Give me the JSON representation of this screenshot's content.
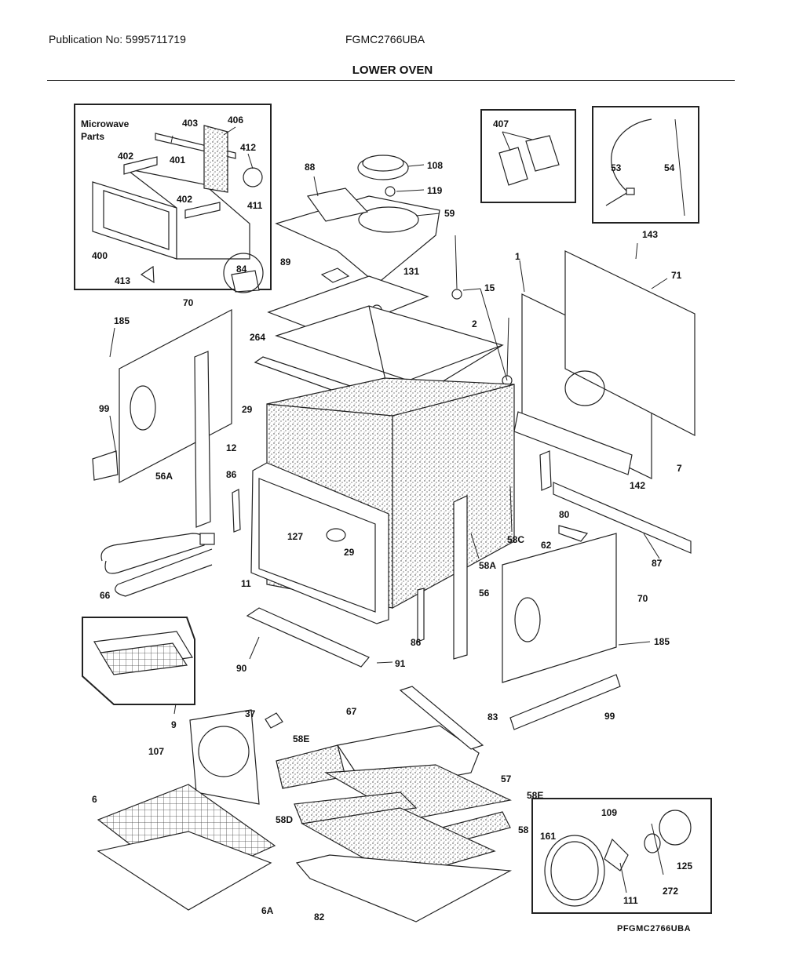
{
  "header": {
    "publication": "Publication No: 5995711719",
    "model": "FGMC2766UBA",
    "title": "LOWER OVEN"
  },
  "inset": {
    "microwave_title_line1": "Microwave",
    "microwave_title_line2": "Parts"
  },
  "callouts": [
    {
      "id": "l403",
      "text": "403"
    },
    {
      "id": "l406",
      "text": "406"
    },
    {
      "id": "l402a",
      "text": "402"
    },
    {
      "id": "l401",
      "text": "401"
    },
    {
      "id": "l412",
      "text": "412"
    },
    {
      "id": "l402b",
      "text": "402"
    },
    {
      "id": "l411",
      "text": "411"
    },
    {
      "id": "l400",
      "text": "400"
    },
    {
      "id": "l84",
      "text": "84"
    },
    {
      "id": "l413",
      "text": "413"
    },
    {
      "id": "l407",
      "text": "407"
    },
    {
      "id": "l53",
      "text": "53"
    },
    {
      "id": "l54",
      "text": "54"
    },
    {
      "id": "l88",
      "text": "88"
    },
    {
      "id": "l108",
      "text": "108"
    },
    {
      "id": "l119",
      "text": "119"
    },
    {
      "id": "l59",
      "text": "59"
    },
    {
      "id": "l143",
      "text": "143"
    },
    {
      "id": "l89",
      "text": "89"
    },
    {
      "id": "l131",
      "text": "131"
    },
    {
      "id": "l15",
      "text": "15"
    },
    {
      "id": "l1",
      "text": "1"
    },
    {
      "id": "l71",
      "text": "71"
    },
    {
      "id": "l70a",
      "text": "70"
    },
    {
      "id": "l185a",
      "text": "185"
    },
    {
      "id": "l264",
      "text": "264"
    },
    {
      "id": "l2",
      "text": "2"
    },
    {
      "id": "l99a",
      "text": "99"
    },
    {
      "id": "l29a",
      "text": "29"
    },
    {
      "id": "l12",
      "text": "12"
    },
    {
      "id": "l56A",
      "text": "56A"
    },
    {
      "id": "l86a",
      "text": "86"
    },
    {
      "id": "l7",
      "text": "7"
    },
    {
      "id": "l142",
      "text": "142"
    },
    {
      "id": "l80",
      "text": "80"
    },
    {
      "id": "l127",
      "text": "127"
    },
    {
      "id": "l29b",
      "text": "29"
    },
    {
      "id": "l58C",
      "text": "58C"
    },
    {
      "id": "l62",
      "text": "62"
    },
    {
      "id": "l58A",
      "text": "58A"
    },
    {
      "id": "l87",
      "text": "87"
    },
    {
      "id": "l66",
      "text": "66"
    },
    {
      "id": "l11",
      "text": "11"
    },
    {
      "id": "l56",
      "text": "56"
    },
    {
      "id": "l70b",
      "text": "70"
    },
    {
      "id": "l86b",
      "text": "86"
    },
    {
      "id": "l185b",
      "text": "185"
    },
    {
      "id": "l90",
      "text": "90"
    },
    {
      "id": "l91",
      "text": "91"
    },
    {
      "id": "l9",
      "text": "9"
    },
    {
      "id": "l37",
      "text": "37"
    },
    {
      "id": "l67",
      "text": "67"
    },
    {
      "id": "l83",
      "text": "83"
    },
    {
      "id": "l99b",
      "text": "99"
    },
    {
      "id": "l107",
      "text": "107"
    },
    {
      "id": "l58Ea",
      "text": "58E"
    },
    {
      "id": "l57",
      "text": "57"
    },
    {
      "id": "l6",
      "text": "6"
    },
    {
      "id": "l58Eb",
      "text": "58E"
    },
    {
      "id": "l109",
      "text": "109"
    },
    {
      "id": "l58D",
      "text": "58D"
    },
    {
      "id": "l58",
      "text": "58"
    },
    {
      "id": "l161",
      "text": "161"
    },
    {
      "id": "l125",
      "text": "125"
    },
    {
      "id": "l272",
      "text": "272"
    },
    {
      "id": "l111",
      "text": "111"
    },
    {
      "id": "l82",
      "text": "82"
    },
    {
      "id": "l6A",
      "text": "6A"
    }
  ],
  "footer": "PFGMC2766UBA"
}
